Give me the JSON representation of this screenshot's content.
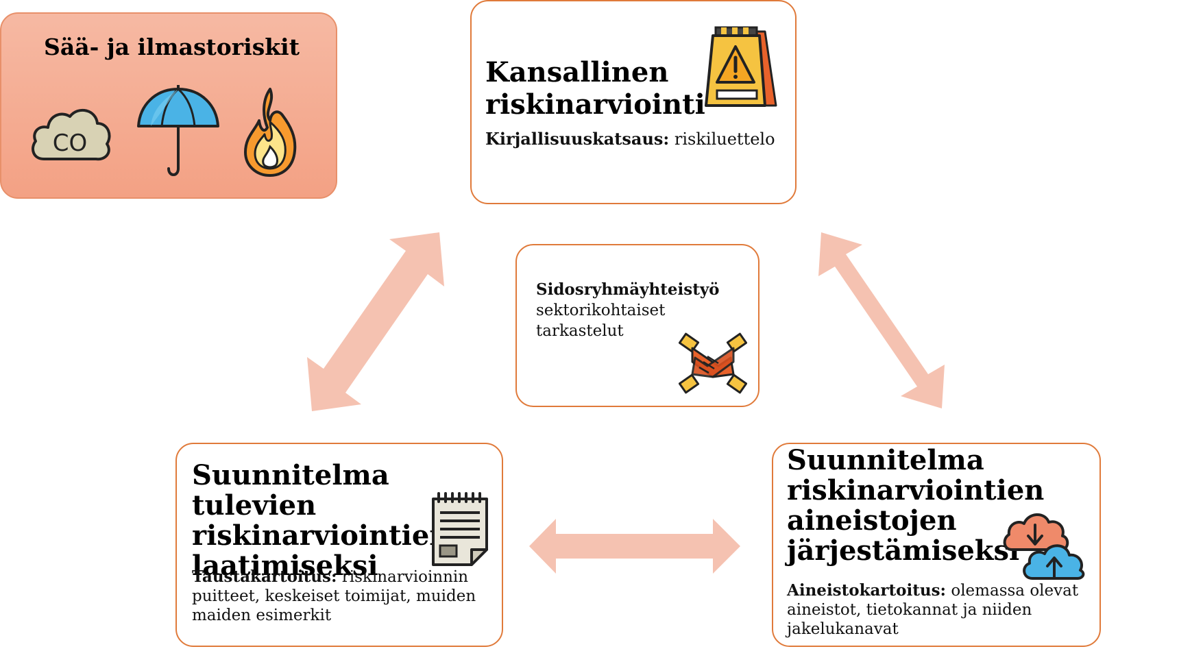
{
  "weather_box": {
    "title": "Sää- ja ilmastoriskit",
    "co_label": "CO"
  },
  "national": {
    "title_line1": "Kansallinen",
    "title_line2": "riskinarviointi",
    "lead": "Kirjallisuuskatsaus:",
    "text": " riskiluettelo"
  },
  "stakeholder": {
    "lead": "Sidosryhmäyhteistyö",
    "line2": "sektorikohtaiset",
    "line3": "tarkastelut"
  },
  "future_plan": {
    "title_line1": "Suunnitelma tulevien",
    "title_line2": "riskinarviointien",
    "title_line3": "laatimiseksi",
    "lead": "Taustakartoitus:",
    "text_line1": " riskinarvioinnin",
    "text_line2": "puitteet, keskeiset toimijat, muiden",
    "text_line3": "maiden esimerkit"
  },
  "data_plan": {
    "title_line1": "Suunnitelma",
    "title_line2": "riskinarviointien",
    "title_line3": "aineistojen",
    "title_line4": "järjestämiseksi",
    "lead": "Aineistokartoitus:",
    "text_line1": " olemassa olevat",
    "text_line2": "aineistot, tietokannat ja niiden",
    "text_line3": "jakelukanavat"
  },
  "colors": {
    "box_border": "#e07a3a",
    "weather_fill": "#f4a98c",
    "arrow_fill": "#f5c2b1"
  },
  "icons": [
    "cloud-co-icon",
    "umbrella-icon",
    "fire-icon",
    "warning-sign-icon",
    "handshake-icon",
    "notepad-icon",
    "cloud-sync-icon"
  ]
}
